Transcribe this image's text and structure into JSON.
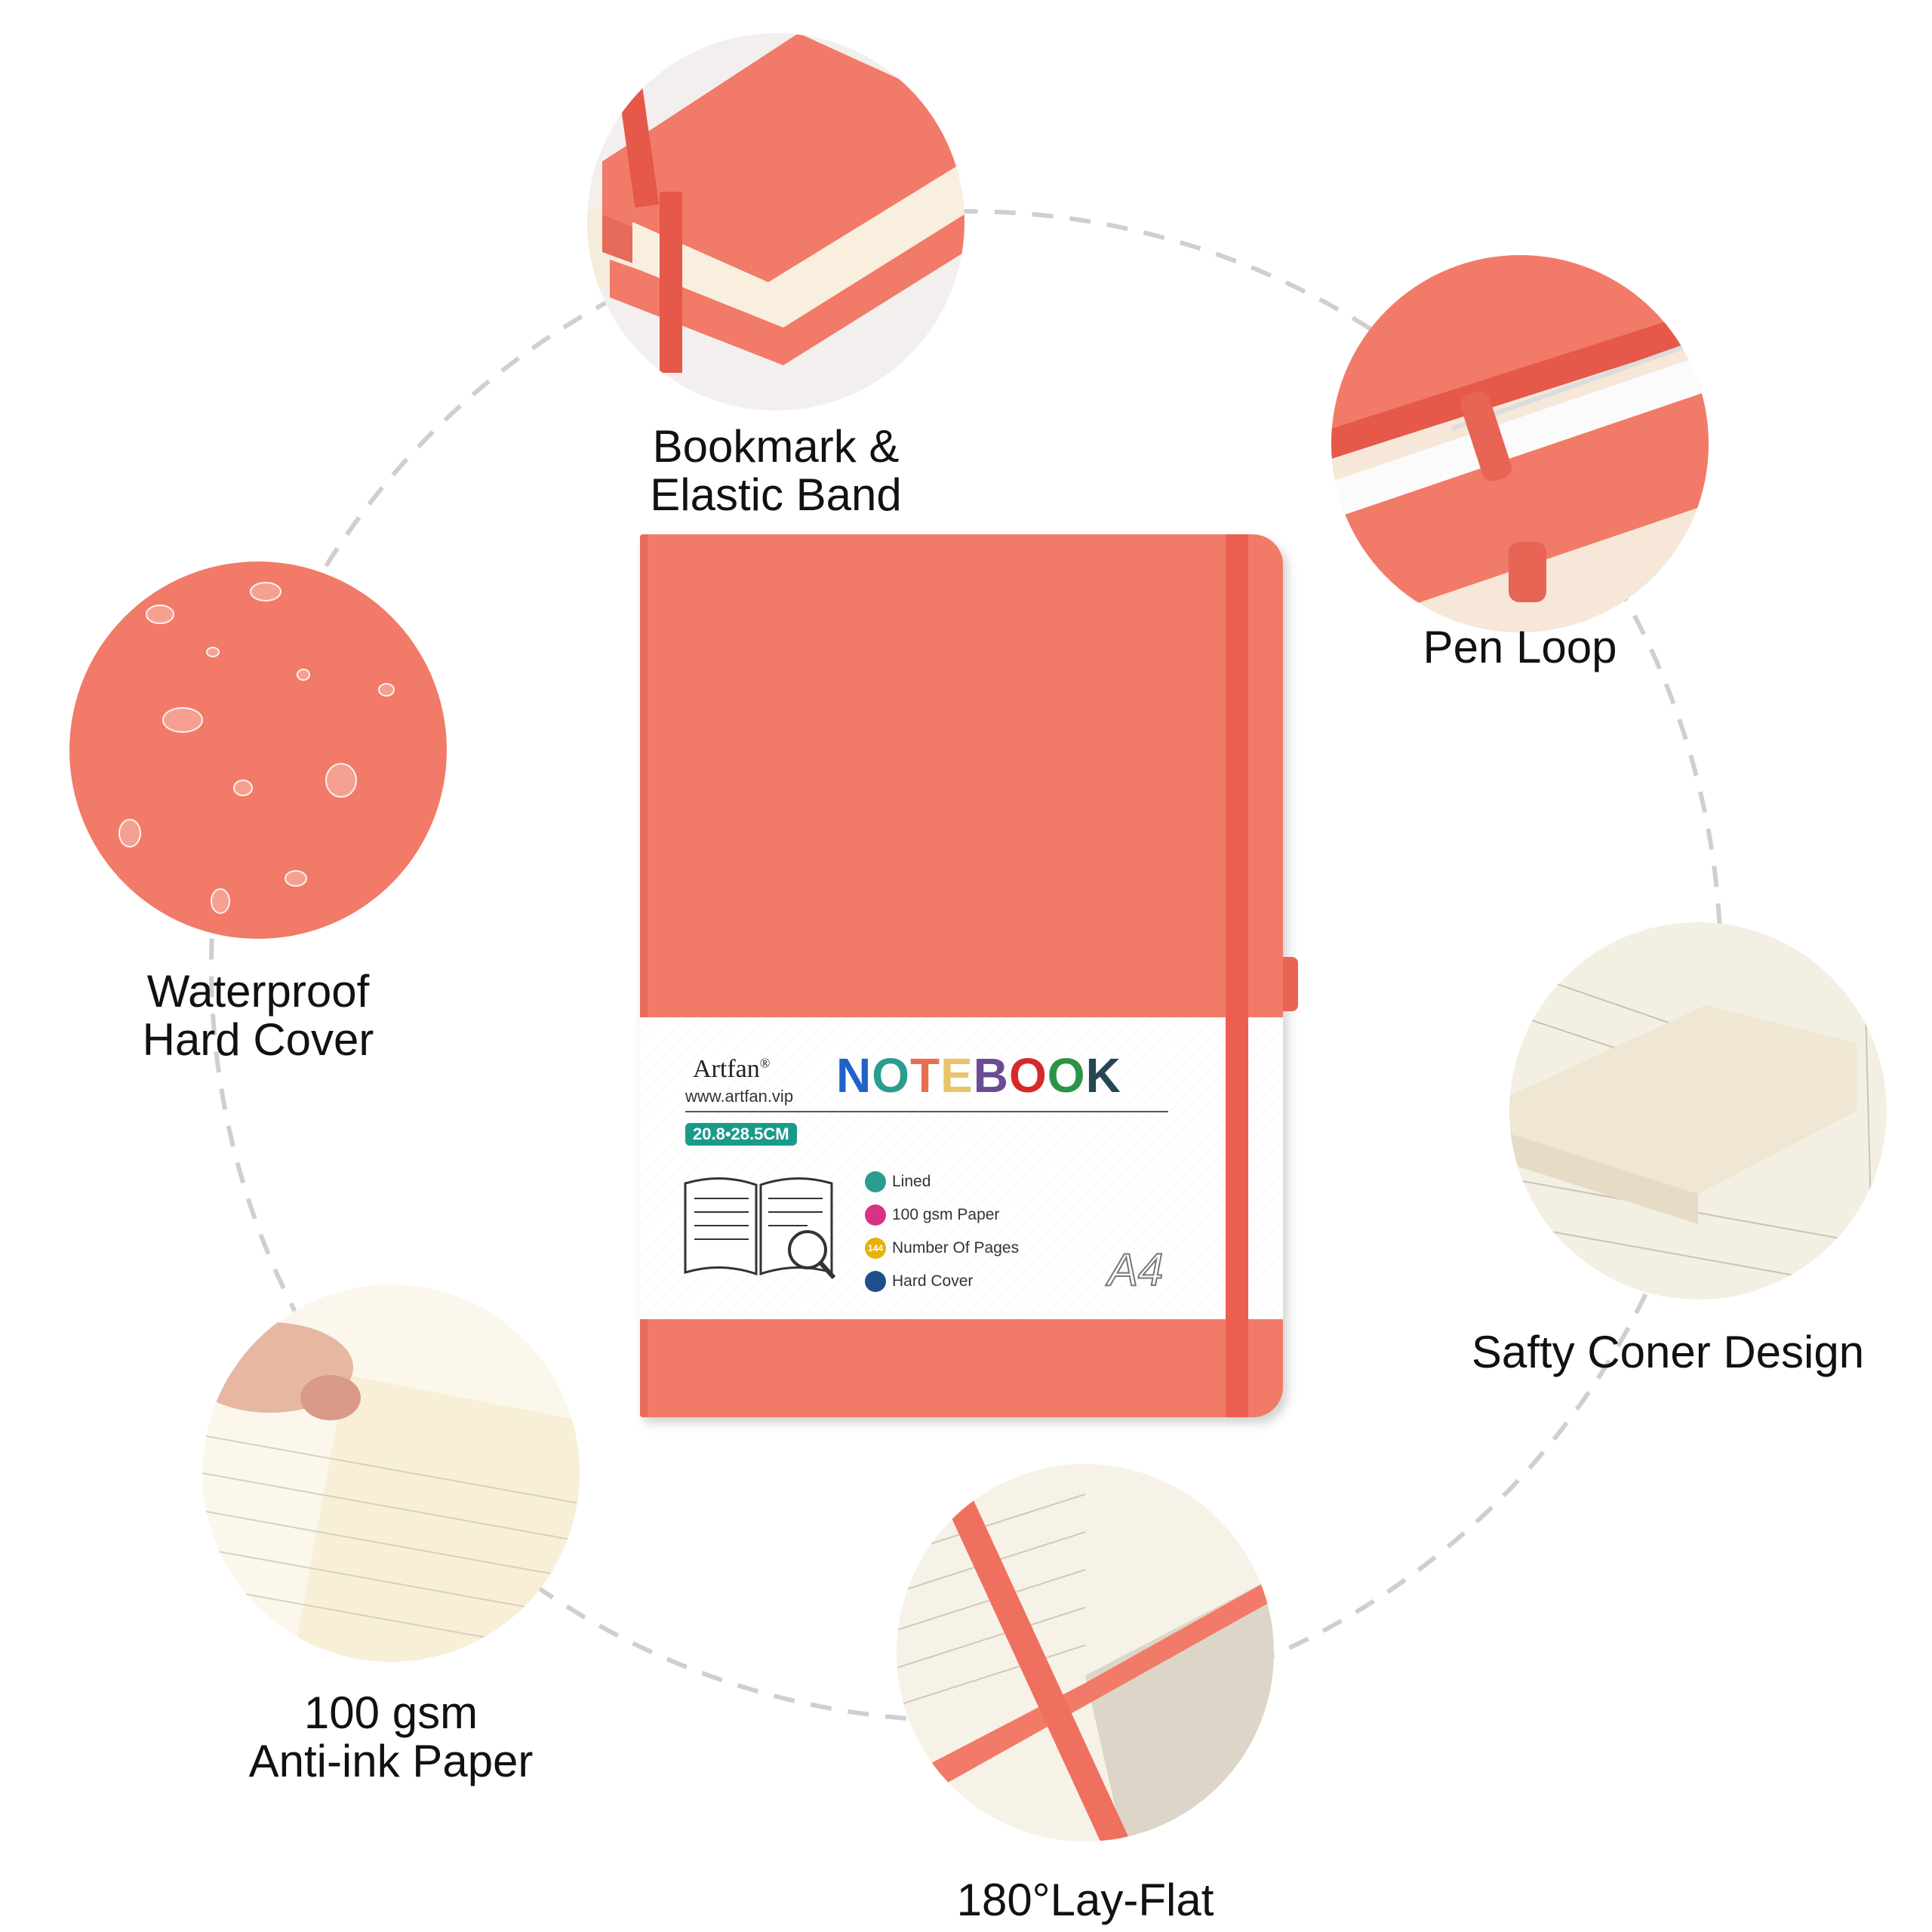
{
  "colors": {
    "coral": "#f27a68",
    "coral_dark": "#e0604f",
    "paper": "#f5efdf",
    "dashed_ring": "#cfcfcf"
  },
  "features": [
    {
      "id": "bookmark",
      "lines": [
        "Bookmark &",
        "Elastic Band"
      ]
    },
    {
      "id": "pen-loop",
      "lines": [
        "Pen Loop"
      ]
    },
    {
      "id": "waterproof",
      "lines": [
        "Waterproof",
        "Hard Cover"
      ]
    },
    {
      "id": "corner",
      "lines": [
        "Safty Coner Design"
      ]
    },
    {
      "id": "paper",
      "lines": [
        "100 gsm",
        "Anti-ink Paper"
      ]
    },
    {
      "id": "layflat",
      "lines": [
        "180°Lay-Flat"
      ]
    }
  ],
  "notebook": {
    "brand": "Artfan",
    "brand_mark": "®",
    "website": "www.artfan.vip",
    "title_letters": [
      "N",
      "O",
      "T",
      "E",
      "B",
      "O",
      "O",
      "K"
    ],
    "size": "20.8•28.5CM",
    "specs": [
      {
        "label": "Lined",
        "icon": "lines-icon",
        "color": "#2a9d8f",
        "glyph": ""
      },
      {
        "label": "100 gsm Paper",
        "icon": "paper-icon",
        "color": "#d63384",
        "glyph": ""
      },
      {
        "label": "Number Of  Pages",
        "icon": "pages-count-icon",
        "color": "#e9b10a",
        "glyph": "144"
      },
      {
        "label": "Hard Cover",
        "icon": "hard-cover-icon",
        "color": "#1f4e8c",
        "glyph": ""
      }
    ],
    "format": "A4"
  }
}
